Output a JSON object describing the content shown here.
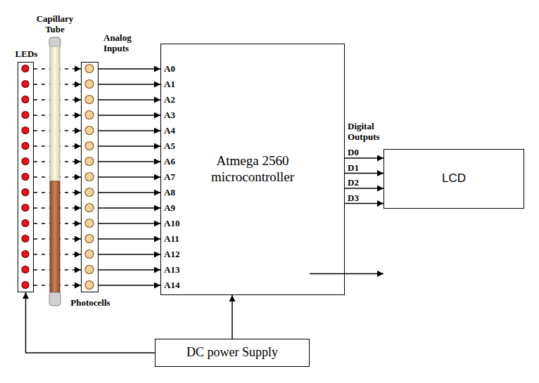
{
  "diagram": {
    "nodes": [
      {
        "text": [
          "LEDs"
        ]
      },
      {
        "text": [
          "Capillary Tube"
        ]
      },
      {
        "text": [
          "Photocells"
        ]
      },
      {
        "text": [
          "Atmega 2560 microcontroller"
        ]
      },
      {
        "text": [
          "LCD"
        ]
      },
      {
        "text": [
          "DC power Supply"
        ]
      }
    ],
    "edges": [
      {
        "from": 0,
        "to": 2,
        "arrow": "to"
      },
      {
        "from": 0,
        "to": 2,
        "arrow": "to"
      },
      {
        "from": 0,
        "to": 2,
        "arrow": "to"
      },
      {
        "from": 0,
        "to": 2,
        "arrow": "to"
      },
      {
        "from": 0,
        "to": 2,
        "arrow": "to"
      },
      {
        "from": 0,
        "to": 2,
        "arrow": "to"
      },
      {
        "from": 0,
        "to": 2,
        "arrow": "to"
      },
      {
        "from": 0,
        "to": 2,
        "arrow": "to"
      },
      {
        "from": 0,
        "to": 2,
        "arrow": "to"
      },
      {
        "from": 0,
        "to": 2,
        "arrow": "to"
      },
      {
        "from": 0,
        "to": 2,
        "arrow": "to"
      },
      {
        "from": 0,
        "to": 2,
        "arrow": "to"
      },
      {
        "from": 0,
        "to": 2,
        "arrow": "to"
      },
      {
        "from": 0,
        "to": 2,
        "arrow": "to"
      },
      {
        "from": 0,
        "to": 2,
        "arrow": "to"
      },
      {
        "from": 2,
        "to": 3,
        "arrow": "to"
      },
      {
        "from": 2,
        "to": 3,
        "arrow": "to"
      },
      {
        "from": 2,
        "to": 3,
        "arrow": "to"
      },
      {
        "from": 2,
        "to": 3,
        "arrow": "to"
      },
      {
        "from": 2,
        "to": 3,
        "arrow": "to"
      },
      {
        "from": 2,
        "to": 3,
        "arrow": "to"
      },
      {
        "from": 2,
        "to": 3,
        "arrow": "to"
      },
      {
        "from": 2,
        "to": 3,
        "arrow": "to"
      },
      {
        "from": 2,
        "to": 3,
        "arrow": "to"
      },
      {
        "from": 2,
        "to": 3,
        "arrow": "to"
      },
      {
        "from": 2,
        "to": 3,
        "arrow": "to"
      },
      {
        "from": 2,
        "to": 3,
        "arrow": "to"
      },
      {
        "from": 2,
        "to": 3,
        "arrow": "to"
      },
      {
        "from": 2,
        "to": 3,
        "arrow": "to"
      },
      {
        "from": 2,
        "to": 3,
        "arrow": "to"
      },
      {
        "from": 3,
        "to": 4,
        "arrow": "to"
      },
      {
        "from": 3,
        "to": 4,
        "arrow": "to"
      },
      {
        "from": 3,
        "to": 4,
        "arrow": "to"
      },
      {
        "from": 3,
        "to": 4,
        "arrow": "to"
      },
      {
        "from": 5,
        "to": 0,
        "arrow": "to"
      },
      {
        "from": 5,
        "to": 3,
        "arrow": "to"
      },
      {
        "from": 5,
        "to": 4,
        "arrow": "to"
      }
    ],
    "labels": [
      "Analog Inputs",
      "A0",
      "A1",
      "A2",
      "A3",
      "A4",
      "A5",
      "A6",
      "A7",
      "A8",
      "A9",
      "A10",
      "A11",
      "A12",
      "A13",
      "A14",
      "Digital Outputs",
      "D0",
      "D1",
      "D2",
      "D3"
    ]
  }
}
